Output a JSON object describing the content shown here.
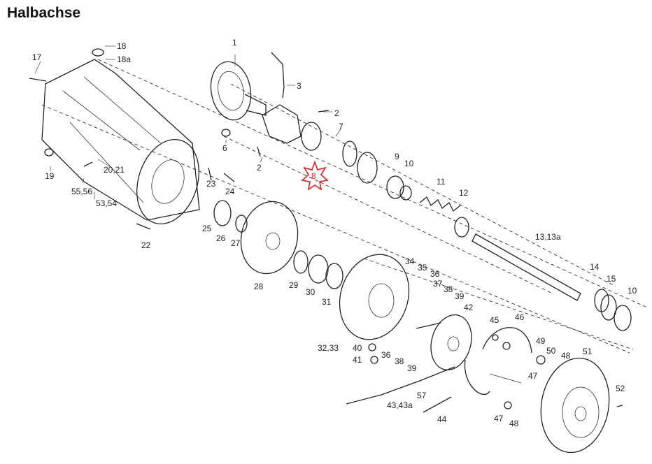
{
  "title": "Halbachse",
  "highlight": {
    "label": "8",
    "color": "#e02020"
  },
  "parts": [
    "1",
    "2",
    "2",
    "3",
    "6",
    "7",
    "9",
    "10",
    "11",
    "12",
    "13,13a",
    "14",
    "15",
    "10",
    "17",
    "18",
    "18a",
    "19",
    "20,21",
    "22",
    "23",
    "24",
    "25",
    "26",
    "27",
    "28",
    "29",
    "30",
    "31",
    "32,33",
    "34",
    "35",
    "36",
    "37",
    "38",
    "39",
    "36",
    "38",
    "39",
    "40",
    "41",
    "42",
    "43,43a",
    "44",
    "45",
    "46",
    "47",
    "47",
    "48",
    "48",
    "49",
    "50",
    "51",
    "52",
    "53,54",
    "55,56",
    "57"
  ]
}
